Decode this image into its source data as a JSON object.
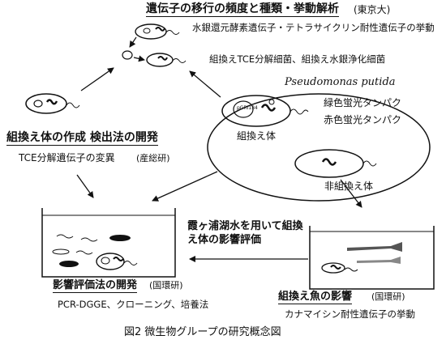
{
  "top_section": {
    "title": "遺伝子の移行の頻度と種類・挙動解析",
    "title_org": "(東京大)",
    "mercury_gene": "水銀還元酵素遺伝子・テトラサイクリン耐性遺伝子の挙動",
    "tce_bacteria": "組換えTCE分解細菌、組換え水銀浄化細菌"
  },
  "left_section": {
    "title": "組換え体の作成 検出法の開発",
    "subtitle": "TCE分解遺伝子の変異",
    "org": "(産総研)"
  },
  "ellipse": {
    "species": "Pseudomonas putida",
    "plasmid_label": "pGRI134",
    "green_protein": "緑色蛍光タンパク",
    "red_protein": "赤色蛍光タンパク",
    "recombinant_label": "組換え体",
    "nonrecombinant_label": "非組換え体"
  },
  "center": {
    "lake_line1": "霞ヶ浦湖水を用いて組換",
    "lake_line2": "え体の影響評価"
  },
  "bottom_left": {
    "title": "影響評価法の開発",
    "org": "(国環研)",
    "methods": "PCR-DGGE、クローニング、培養法"
  },
  "bottom_right": {
    "title": "組換え魚の影響",
    "org": "(国環研)",
    "gene": "カナマイシン耐性遺伝子の挙動"
  },
  "caption": "図2 微生物グループの研究概念図"
}
